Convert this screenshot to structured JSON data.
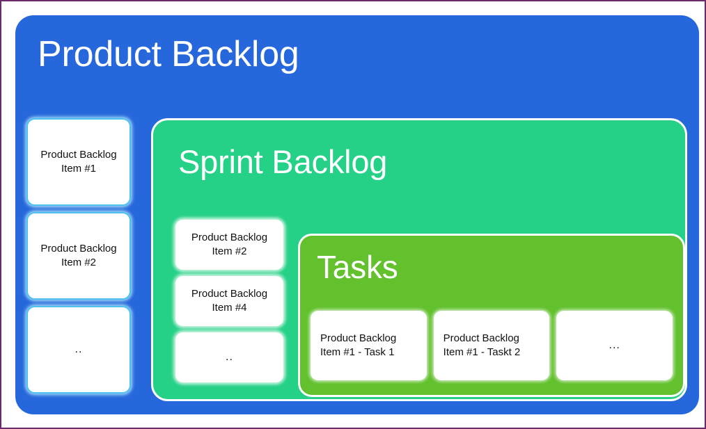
{
  "diagram": {
    "title": "Scrum artifact nesting diagram",
    "colors": {
      "product_backlog_blue": "#2668dc",
      "sprint_backlog_green": "#25d186",
      "tasks_green": "#62c12d",
      "card_white": "#ffffff",
      "card_border_cyan": "#4cc3ef",
      "frame_border_purple": "#6b2b6b",
      "heading_text": "#ffffff",
      "card_text": "#111111"
    }
  },
  "product_backlog": {
    "heading": "Product Backlog",
    "items": [
      {
        "label": "Product Backlog Item #1",
        "is_ellipsis": false
      },
      {
        "label": "Product Backlog  Item #2",
        "is_ellipsis": false
      },
      {
        "label": "..",
        "is_ellipsis": true
      }
    ]
  },
  "sprint_backlog": {
    "heading": "Sprint Backlog",
    "items": [
      {
        "label": "Product Backlog Item #2",
        "is_ellipsis": false
      },
      {
        "label": "Product Backlog Item #4",
        "is_ellipsis": false
      },
      {
        "label": "..",
        "is_ellipsis": true
      }
    ]
  },
  "tasks": {
    "heading": "Tasks",
    "items": [
      {
        "label": "Product Backlog Item #1 - Task 1",
        "is_ellipsis": false
      },
      {
        "label": "Product Backlog Item #1 - Taskt 2",
        "is_ellipsis": false
      },
      {
        "label": "...",
        "is_ellipsis": true
      }
    ]
  }
}
